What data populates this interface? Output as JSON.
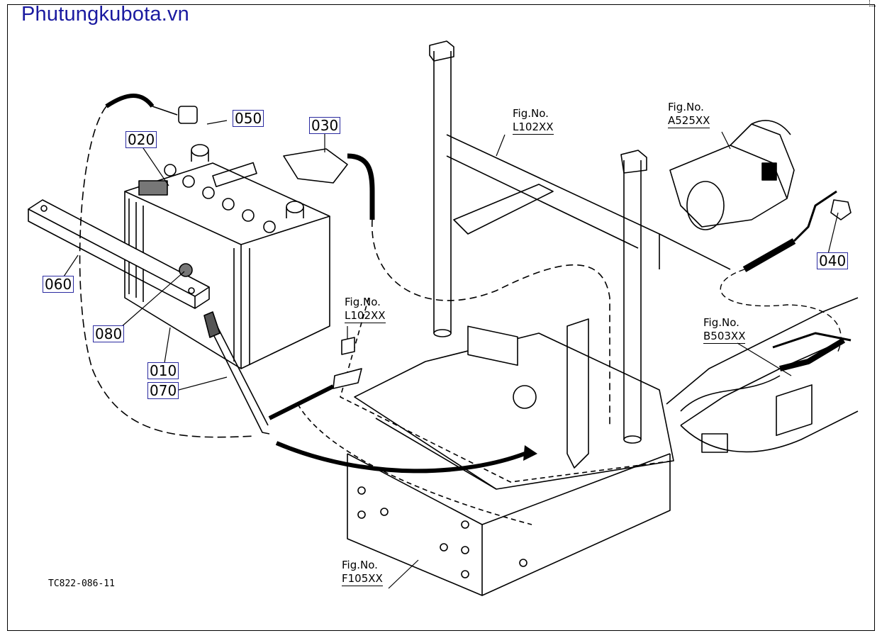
{
  "header": {
    "site_title": "Phutungkubota.vn"
  },
  "parts": {
    "p010": "010",
    "p020": "020",
    "p030": "030",
    "p040": "040",
    "p050": "050",
    "p060": "060",
    "p070": "070",
    "p080": "080"
  },
  "figure_refs": {
    "l102_top": {
      "label": "Fig.No.",
      "code": "L102XX"
    },
    "l102_mid": {
      "label": "Fig.No.",
      "code": "L102XX"
    },
    "a525": {
      "label": "Fig.No.",
      "code": "A525XX"
    },
    "b503": {
      "label": "Fig.No.",
      "code": "B503XX"
    },
    "f105": {
      "label": "Fig.No.",
      "code": "F105XX"
    }
  },
  "footer": {
    "drawing_id": "TC822-086-11"
  }
}
